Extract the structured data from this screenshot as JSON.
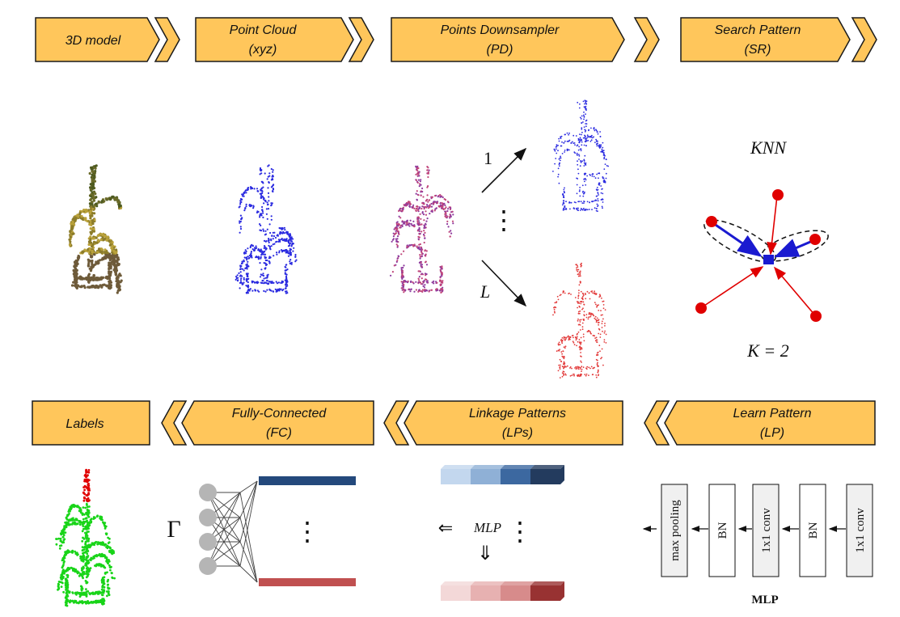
{
  "top_stages": [
    {
      "title": "3D model",
      "subtitle": ""
    },
    {
      "title": "Point Cloud",
      "subtitle": "(xyz)"
    },
    {
      "title": "Points Downsampler",
      "subtitle": "(PD)"
    },
    {
      "title": "Search Pattern",
      "subtitle": "(SR)"
    }
  ],
  "bottom_stages": [
    {
      "title": "Labels",
      "subtitle": ""
    },
    {
      "title": "Fully-Connected",
      "subtitle": "(FC)"
    },
    {
      "title": "Linkage Patterns",
      "subtitle": "(LPs)"
    },
    {
      "title": "Learn Pattern",
      "subtitle": "(LP)"
    }
  ],
  "downsampler": {
    "first_label": "1",
    "last_label": "L",
    "dots": "⋮"
  },
  "search_pattern": {
    "method_label": "KNN",
    "k_label": "K = 2"
  },
  "fc": {
    "gamma": "Γ",
    "dots": "⋮"
  },
  "linkage": {
    "mlp_label": "MLP",
    "left_arrow": "⇐",
    "down_arrow": "⇓",
    "dots": "⋮"
  },
  "mlp_block": {
    "caption": "MLP",
    "layers": [
      "max pooling",
      "BN",
      "1x1 conv",
      "BN",
      "1x1 conv"
    ]
  },
  "colors": {
    "banner_fill": "#FFC65B",
    "cloud_blue": "#2B2BE0",
    "cloud_red": "#E23A3A",
    "cloud_purple": "#8E3A9E",
    "label_green": "#19D419",
    "label_red": "#E00000",
    "knn_point": "#E00000",
    "knn_center": "#1A1AD0",
    "blue_shades": [
      "#C3D7EE",
      "#8FB0D6",
      "#3C68A0",
      "#233B5E"
    ],
    "red_shades": [
      "#F3D8D8",
      "#E7B1B1",
      "#D78B8B",
      "#983232"
    ]
  }
}
